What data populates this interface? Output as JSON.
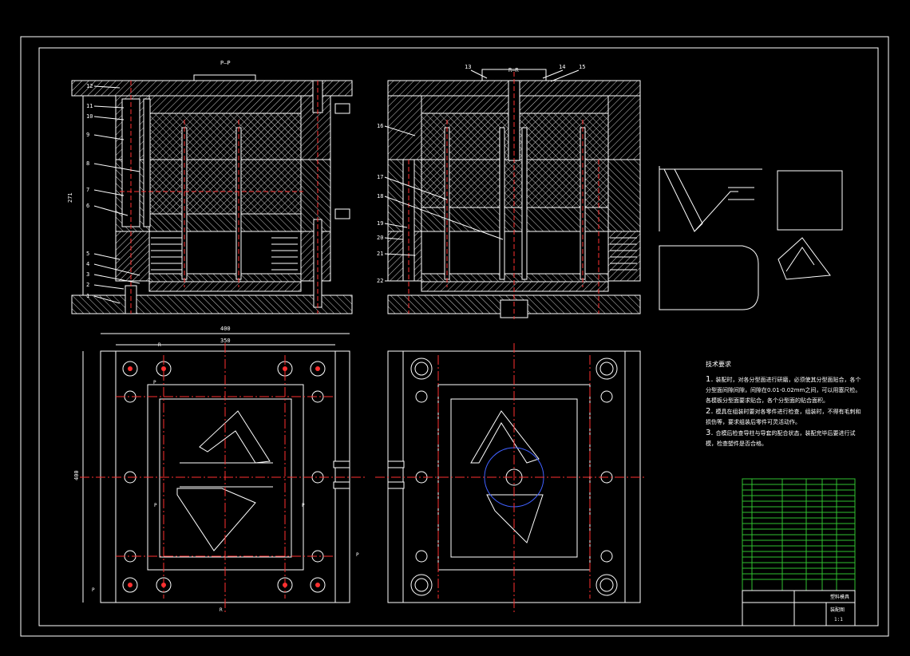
{
  "colors": {
    "background": "#000000",
    "line": "#ffffff",
    "center_line": "#ff3030",
    "hatch": "#d8d8d8",
    "hidden": "#ff3030",
    "parts_table": "#30c030"
  },
  "section_labels": {
    "left": "P—P",
    "right": "R—R"
  },
  "left_part_numbers": [
    "12",
    "11",
    "10",
    "9",
    "8",
    "7",
    "6",
    "5",
    "4",
    "3",
    "2",
    "1"
  ],
  "right_part_numbers_top": [
    "13",
    "14",
    "15"
  ],
  "right_part_numbers_side": [
    "16",
    "17",
    "18",
    "19",
    "20",
    "21",
    "22"
  ],
  "dimensions": {
    "height_left": "271",
    "width_outer": "400",
    "width_inner": "350",
    "height_plan": "400"
  },
  "section_marks": {
    "r": "R",
    "p": "P"
  },
  "notes": {
    "heading": "技术要求",
    "items": [
      {
        "num": "1.",
        "text": "装配时，对各分型面进行研磨，必须使其分型面贴合，各个分型面间隙间隙，间隙在0.01-0.02mm之间，可以用塞尺检。各模板分型面要求贴合，各个分型面的贴合面积。"
      },
      {
        "num": "2.",
        "text": "模具在组装时要对各零件进行检查，组装时，不得有毛刺和损伤等，要求组装后零件可灵活动作。"
      },
      {
        "num": "3.",
        "text": "合模后检查导柱与导套的配合状态，装配完毕后要进行试模，检查塑件是否合格。"
      }
    ]
  },
  "title_block": {
    "school": "塑料模具",
    "drawing_name": "装配图",
    "scale": "1:1"
  }
}
